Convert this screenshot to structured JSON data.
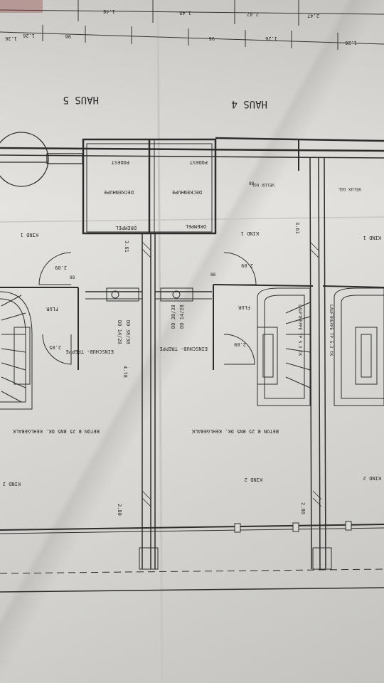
{
  "photo": {
    "haus_labels": [
      "HAUS 5",
      "HAUS 4"
    ],
    "dims_top": [
      "1.36",
      "96",
      "1.26",
      "96",
      "1.26",
      "1.26",
      "1.48",
      "1.48",
      "2.47",
      "2.47"
    ],
    "room_labels": {
      "podest_left": "PODEST",
      "podest_right": "PODEST",
      "deckenhupe_left": "DECKENHUPE",
      "deckenhupe_right": "DECKENHUPE",
      "drempel_left": "DREMPEL",
      "drempel_right": "DREMPEL",
      "flur_left": "FLUR",
      "flur_right": "FLUR",
      "kind1_left": "KIND 1",
      "kind1_right": "KIND 1",
      "kind1_far": "KIND 1",
      "kind2_left": "KIND 2",
      "kind2_right": "KIND 2",
      "kind2_far": "KIND 2",
      "einschub_left": "EINSCHUB-\nTREPPE",
      "einschub_right": "EINSCHUB-\nTREPPE",
      "velux_left": "VELUX GGL",
      "velux_right": "VELUX GGL",
      "beton_left": "BETON B 25 BN5\nDK. KEHLGEBALK",
      "beton_right": "BETON B 25 BN5\nDK. KEHLGEBALK",
      "treppe_left": "LAUFTREPPE TP 5.3 tK",
      "treppe_right": "LAUFTREPPE TP 5.3 tK"
    },
    "dims_misc": [
      "2.09",
      "2.09",
      "2.05",
      "2.09",
      "3.61",
      "3.61",
      "2.80",
      "2.80",
      "4.78",
      "DD 38/38",
      "DD 14/28",
      "DD 38/38",
      "DD 14/28",
      "88",
      "88",
      "88"
    ]
  }
}
